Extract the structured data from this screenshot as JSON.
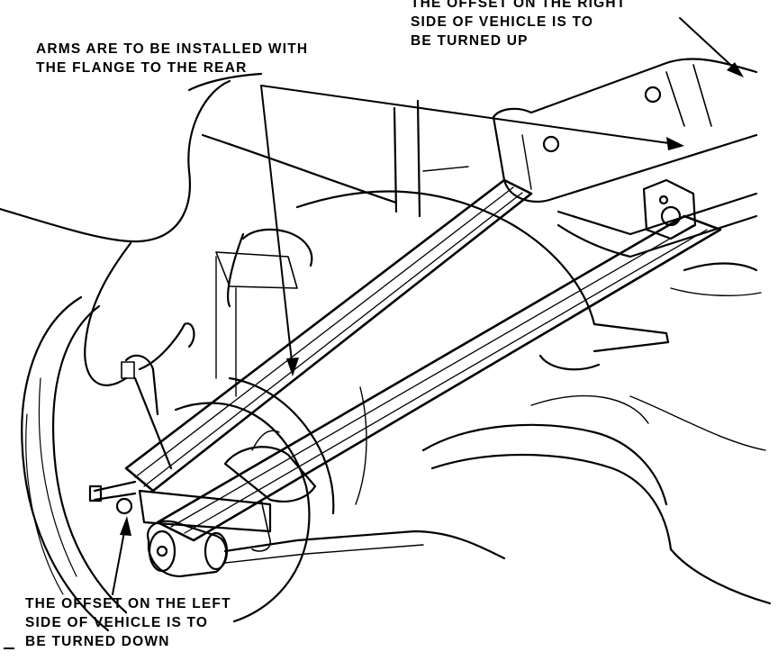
{
  "figure": {
    "type": "technical-illustration",
    "subject": "rear suspension control arms installation",
    "callouts": {
      "right_offset": {
        "lines": [
          "THE OFFSET ON THE RIGHT",
          "SIDE OF VEHICLE IS TO",
          "BE TURNED UP"
        ]
      },
      "arms_flange": {
        "lines": [
          "ARMS ARE TO BE INSTALLED WITH",
          "THE FLANGE TO THE REAR"
        ]
      },
      "left_offset": {
        "lines": [
          "THE OFFSET ON THE LEFT",
          "SIDE OF VEHICLE IS TO",
          "BE TURNED DOWN"
        ]
      }
    }
  },
  "colors": {
    "ink": "#000000",
    "paper": "#ffffff"
  }
}
